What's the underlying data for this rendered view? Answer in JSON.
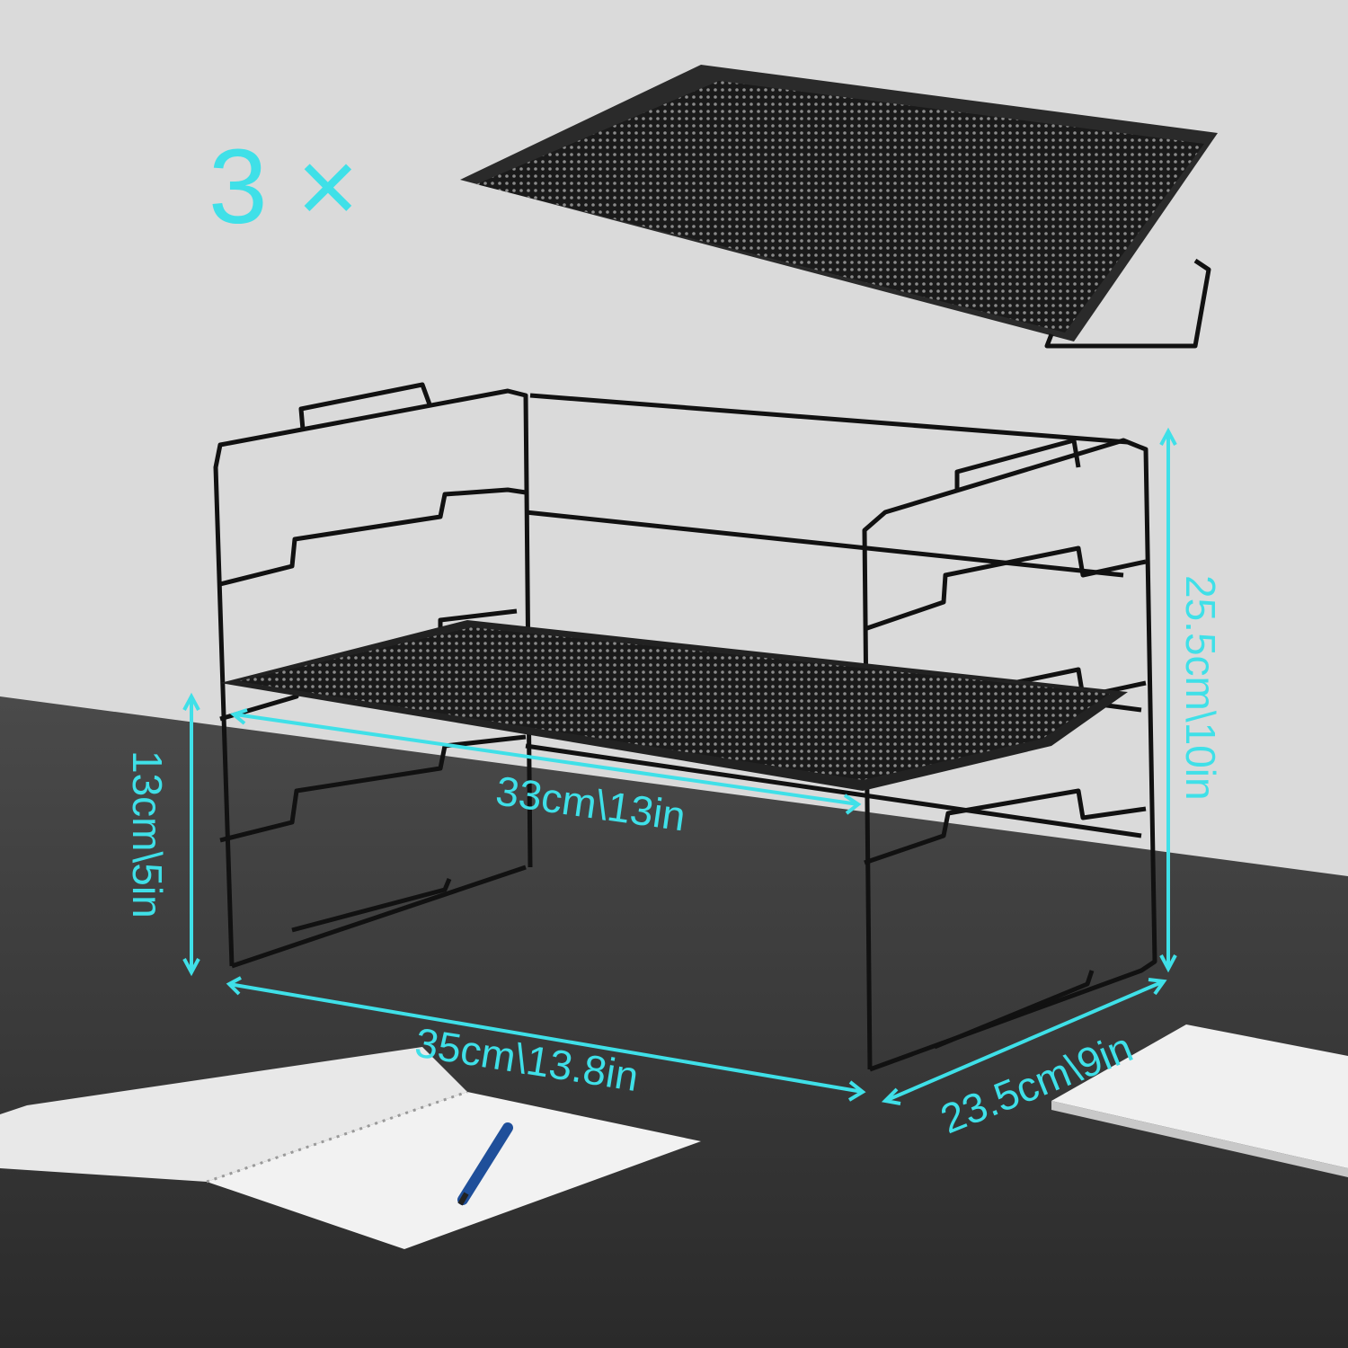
{
  "quantity_label": "3 ×",
  "dimensions": {
    "shelf_depth": "33cm\\13in",
    "tier_height": "13cm\\5in",
    "total_height": "25.5cm\\10in",
    "width": "35cm\\13.8in",
    "depth": "23.5cm\\9in"
  },
  "colors": {
    "accent": "#3fe0e8",
    "wall": "#d9d9d9",
    "desk": "#3a3a3a",
    "rack": "#111111"
  }
}
